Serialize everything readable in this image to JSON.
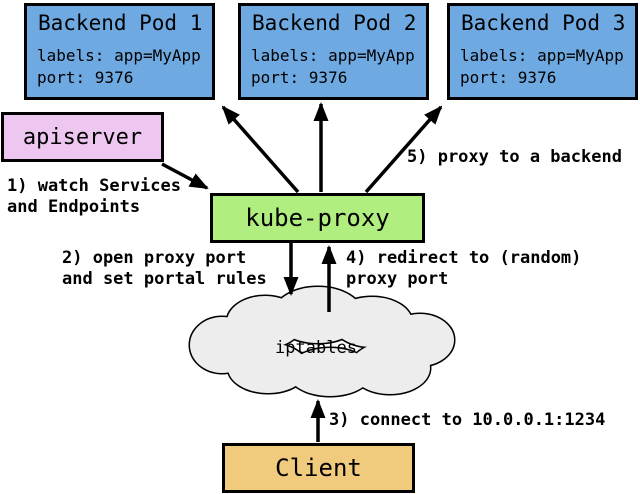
{
  "pods": [
    {
      "title": "Backend Pod 1",
      "labels_line": "labels: app=MyApp",
      "port_line": "port: 9376"
    },
    {
      "title": "Backend Pod 2",
      "labels_line": "labels: app=MyApp",
      "port_line": "port: 9376"
    },
    {
      "title": "Backend Pod 3",
      "labels_line": "labels: app=MyApp",
      "port_line": "port: 9376"
    }
  ],
  "nodes": {
    "apiserver": {
      "label": "apiserver",
      "fill": "#edc7ef"
    },
    "kube_proxy": {
      "label": "kube-proxy",
      "fill": "#b0ee7f"
    },
    "iptables": {
      "label": "iptables",
      "fill": "#ededed"
    },
    "client": {
      "label": "Client",
      "fill": "#f0ca7d"
    }
  },
  "steps": {
    "step1": [
      "1) watch Services",
      "and Endpoints"
    ],
    "step2": [
      "2) open proxy port",
      "and set portal rules"
    ],
    "step3": [
      "3) connect to 10.0.0.1:1234"
    ],
    "step4": [
      "4) redirect to (random)",
      "proxy port"
    ],
    "step5": [
      "5) proxy to a backend"
    ]
  },
  "colors": {
    "pod_fill": "#6fa9e1",
    "outline": "#000000",
    "arrow": "#000000",
    "background": "#ffffff"
  }
}
